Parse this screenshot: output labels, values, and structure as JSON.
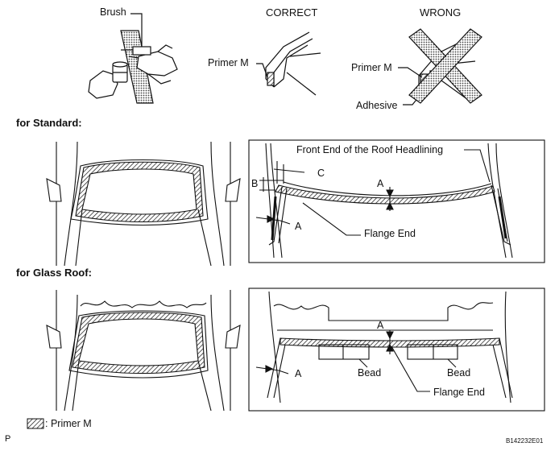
{
  "top": {
    "brush_label": "Brush",
    "correct_label": "CORRECT",
    "wrong_label": "WRONG",
    "primer_label_correct": "Primer M",
    "primer_label_wrong": "Primer M",
    "adhesive_label": "Adhesive"
  },
  "standard": {
    "section_title": "for Standard:",
    "roof_label": "Front End of the Roof Headlining",
    "dim_a_top": "A",
    "dim_a_side": "A",
    "dim_b": "B",
    "dim_c": "C",
    "flange_label": "Flange End"
  },
  "glass_roof": {
    "section_title": "for Glass Roof:",
    "dim_a_top": "A",
    "dim_a_side": "A",
    "bead_left": "Bead",
    "bead_right": "Bead",
    "flange_label": "Flange End"
  },
  "legend": {
    "text": ": Primer M"
  },
  "footer": {
    "page_letter": "P",
    "figure_code": "B142232E01"
  },
  "colors": {
    "line": "#111111",
    "hatch": "#111111",
    "background": "#ffffff"
  }
}
